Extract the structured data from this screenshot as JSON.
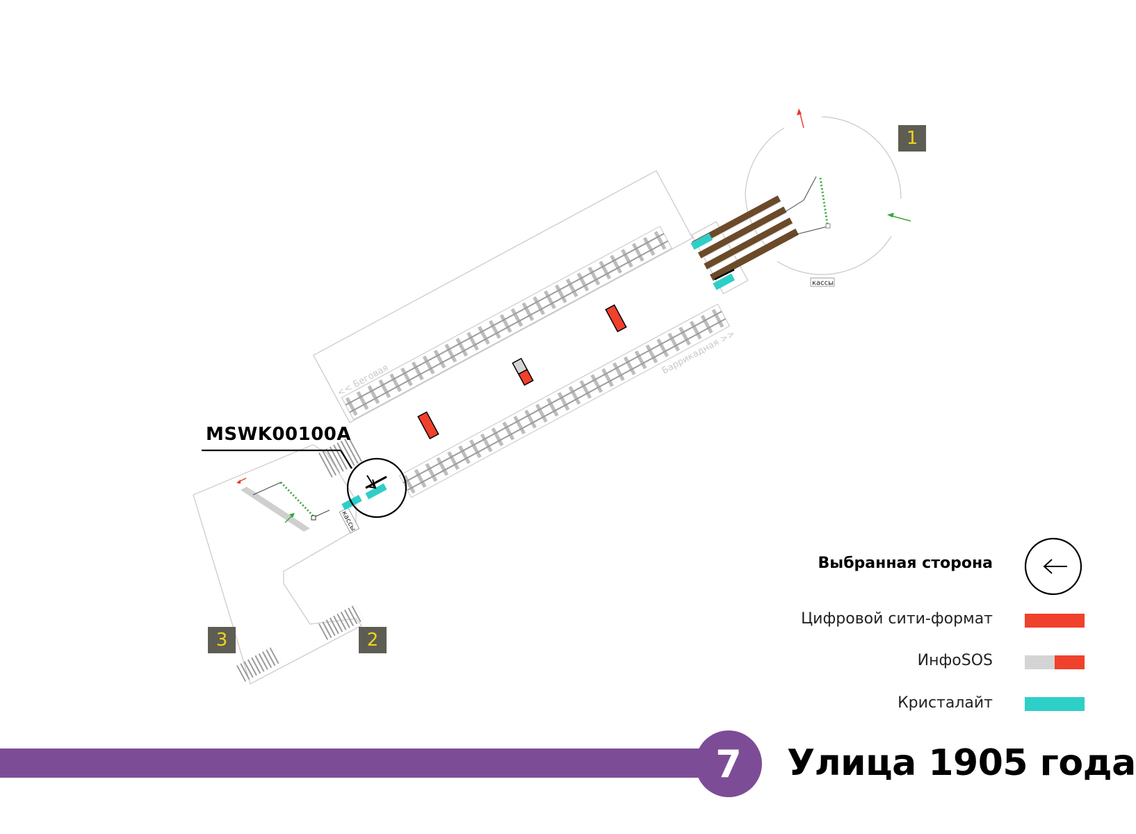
{
  "panel_code": "MSWK00100A",
  "exits": {
    "exit1": "1",
    "exit2": "2",
    "exit3": "3"
  },
  "map_labels": {
    "direction_left": "<< Беговая",
    "direction_right": "Баррикадная >>",
    "kassy_top": "кассы",
    "kassy_bottom": "кассы"
  },
  "legend": {
    "selected_side": "Выбранная сторона",
    "digital_city_format": "Цифровой сити-формат",
    "infosos": "ИнфоSOS",
    "crystalight": "Кристалайт"
  },
  "line": {
    "number": "7",
    "station_name": "Улица 1905 года"
  },
  "colors": {
    "digital_city_format": "#f0412c",
    "infosos_grey": "#d4d4d4",
    "infosos_red": "#f0412c",
    "crystalight": "#2ecfc8",
    "line_color": "#7d4c97",
    "exit_badge_bg": "#5e5d54",
    "exit_badge_text": "#f2d21a",
    "escalator": "#6b4a2a"
  }
}
